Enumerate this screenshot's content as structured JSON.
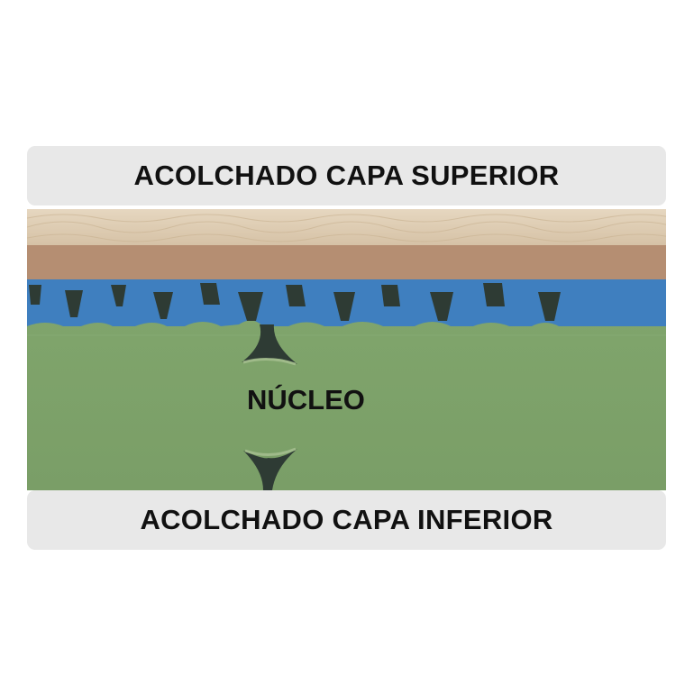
{
  "labels": {
    "top_layer": "ACOLCHADO CAPA SUPERIOR",
    "core": "NÚCLEO",
    "bottom_layer": "ACOLCHADO CAPA INFERIOR"
  },
  "colors": {
    "label_band": "#e8e8e8",
    "quilted_top": "#d9c7ad",
    "felt_layer": "#b58e72",
    "blue_foam": "#3f7fbf",
    "core_foam": "#7ea26a",
    "cavities": "#2e3b34"
  }
}
